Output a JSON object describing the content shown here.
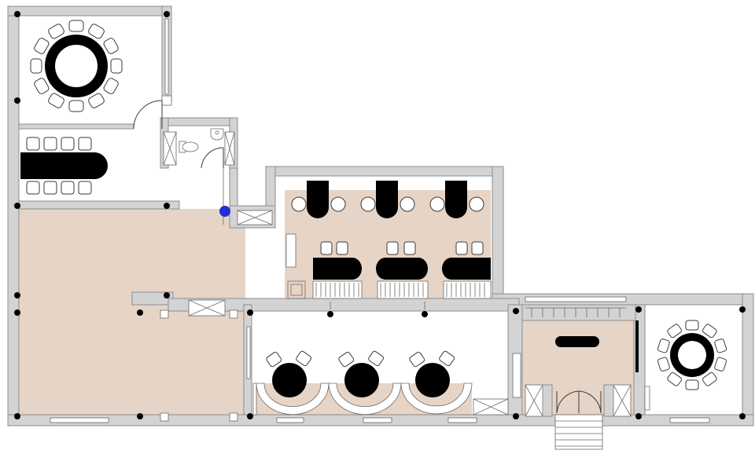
{
  "plan": {
    "colors": {
      "wall": "#d3d3d3",
      "wall_edge": "#8c8c8c",
      "floor_tan": "#e6d4c6",
      "furniture": "#000000",
      "background": "#ffffff",
      "marker": "#1f2fd6"
    },
    "rooms": [
      "round-dining-room-large",
      "meeting-room",
      "open-hall",
      "restroom",
      "booth-dining-area",
      "round-table-hall",
      "entrance-lobby",
      "round-dining-room-small"
    ],
    "icons": [
      "toilet-icon",
      "sink-icon",
      "door-swing-icon",
      "window-icon",
      "column-icon",
      "marker-dot-icon"
    ]
  }
}
